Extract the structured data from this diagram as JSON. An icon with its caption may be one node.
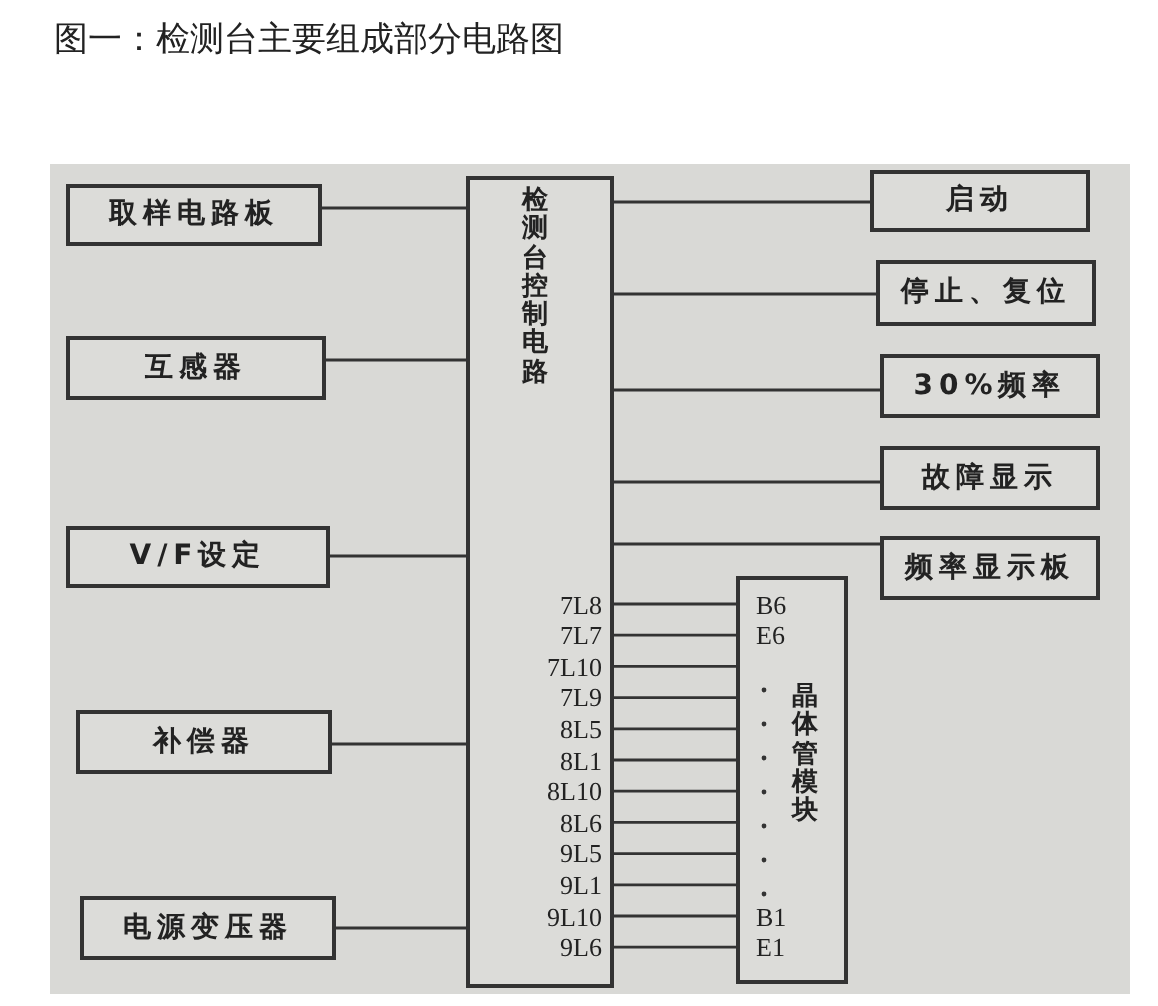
{
  "diagram": {
    "title": "图一：检测台主要组成部分电路图",
    "nodes": [
      {
        "text": [
          "取样电路板"
        ]
      },
      {
        "text": [
          "互感器"
        ]
      },
      {
        "text": [
          "V/F设定"
        ]
      },
      {
        "text": [
          "补偿器"
        ]
      },
      {
        "text": [
          "电源变压器"
        ]
      },
      {
        "text": [
          "检测台控制电路"
        ]
      },
      {
        "text": [
          "启动"
        ]
      },
      {
        "text": [
          "停止、复位"
        ]
      },
      {
        "text": [
          "30%频率"
        ]
      },
      {
        "text": [
          "故障显示"
        ]
      },
      {
        "text": [
          "频率显示板"
        ]
      },
      {
        "text": [
          "晶体管模块"
        ]
      }
    ],
    "edges": [
      {
        "from": 0,
        "to": 5,
        "arrow": "none"
      },
      {
        "from": 1,
        "to": 5,
        "arrow": "none"
      },
      {
        "from": 2,
        "to": 5,
        "arrow": "none"
      },
      {
        "from": 3,
        "to": 5,
        "arrow": "none"
      },
      {
        "from": 4,
        "to": 5,
        "arrow": "none"
      },
      {
        "from": 5,
        "to": 6,
        "arrow": "none"
      },
      {
        "from": 5,
        "to": 7,
        "arrow": "none"
      },
      {
        "from": 5,
        "to": 8,
        "arrow": "none"
      },
      {
        "from": 5,
        "to": 9,
        "arrow": "none"
      },
      {
        "from": 5,
        "to": 10,
        "arrow": "none"
      },
      {
        "from": 5,
        "to": 11,
        "arrow": "none"
      },
      {
        "from": 5,
        "to": 11,
        "arrow": "none"
      },
      {
        "from": 5,
        "to": 11,
        "arrow": "none"
      },
      {
        "from": 5,
        "to": 11,
        "arrow": "none"
      },
      {
        "from": 5,
        "to": 11,
        "arrow": "none"
      },
      {
        "from": 5,
        "to": 11,
        "arrow": "none"
      },
      {
        "from": 5,
        "to": 11,
        "arrow": "none"
      },
      {
        "from": 5,
        "to": 11,
        "arrow": "none"
      },
      {
        "from": 5,
        "to": 11,
        "arrow": "none"
      },
      {
        "from": 5,
        "to": 11,
        "arrow": "none"
      },
      {
        "from": 5,
        "to": 11,
        "arrow": "none"
      },
      {
        "from": 5,
        "to": 11,
        "arrow": "none"
      }
    ],
    "labels": [
      "7L8",
      "7L7",
      "7L10",
      "7L9",
      "8L5",
      "8L1",
      "8L10",
      "8L6",
      "9L5",
      "9L1",
      "9L10",
      "9L6",
      "B6",
      "E6",
      "B1",
      "E1"
    ]
  }
}
